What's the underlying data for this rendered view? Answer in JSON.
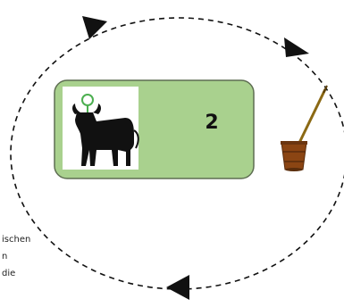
{
  "card": {
    "count": "2",
    "icon": "bull-icon",
    "background": "#a9d18e",
    "border": "#5e6e52"
  },
  "side_icon": "butter-churn-icon",
  "cycle": {
    "stroke": "#111111",
    "style": "dashed",
    "arrow_direction": "clockwise"
  },
  "partial_text": [
    "ischen",
    "n",
    "die"
  ]
}
